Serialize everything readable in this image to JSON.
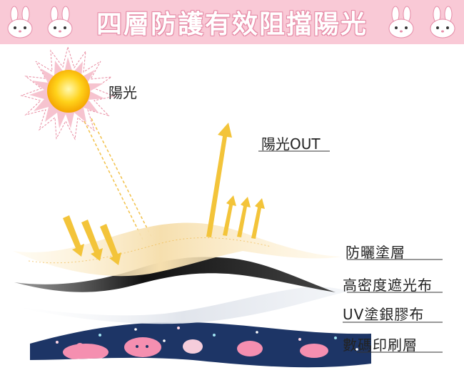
{
  "banner": {
    "title": "四層防護有效阻擋陽光",
    "background_color": "#f9c9d6"
  },
  "diagram": {
    "sun_label": "陽光",
    "out_label": "陽光OUT",
    "layers": [
      {
        "label": "防曬塗層"
      },
      {
        "label": "高密度遮光布"
      },
      {
        "label": "UV塗銀膠布"
      },
      {
        "label": "數碼印刷層"
      }
    ],
    "colors": {
      "sun": "#ffd21a",
      "arrow": "#f3c43a",
      "layer1": "#f6dfae",
      "layer2": "#1e1e1e",
      "layer3": "#e3e7ee",
      "layer4": "#1d3566"
    }
  }
}
